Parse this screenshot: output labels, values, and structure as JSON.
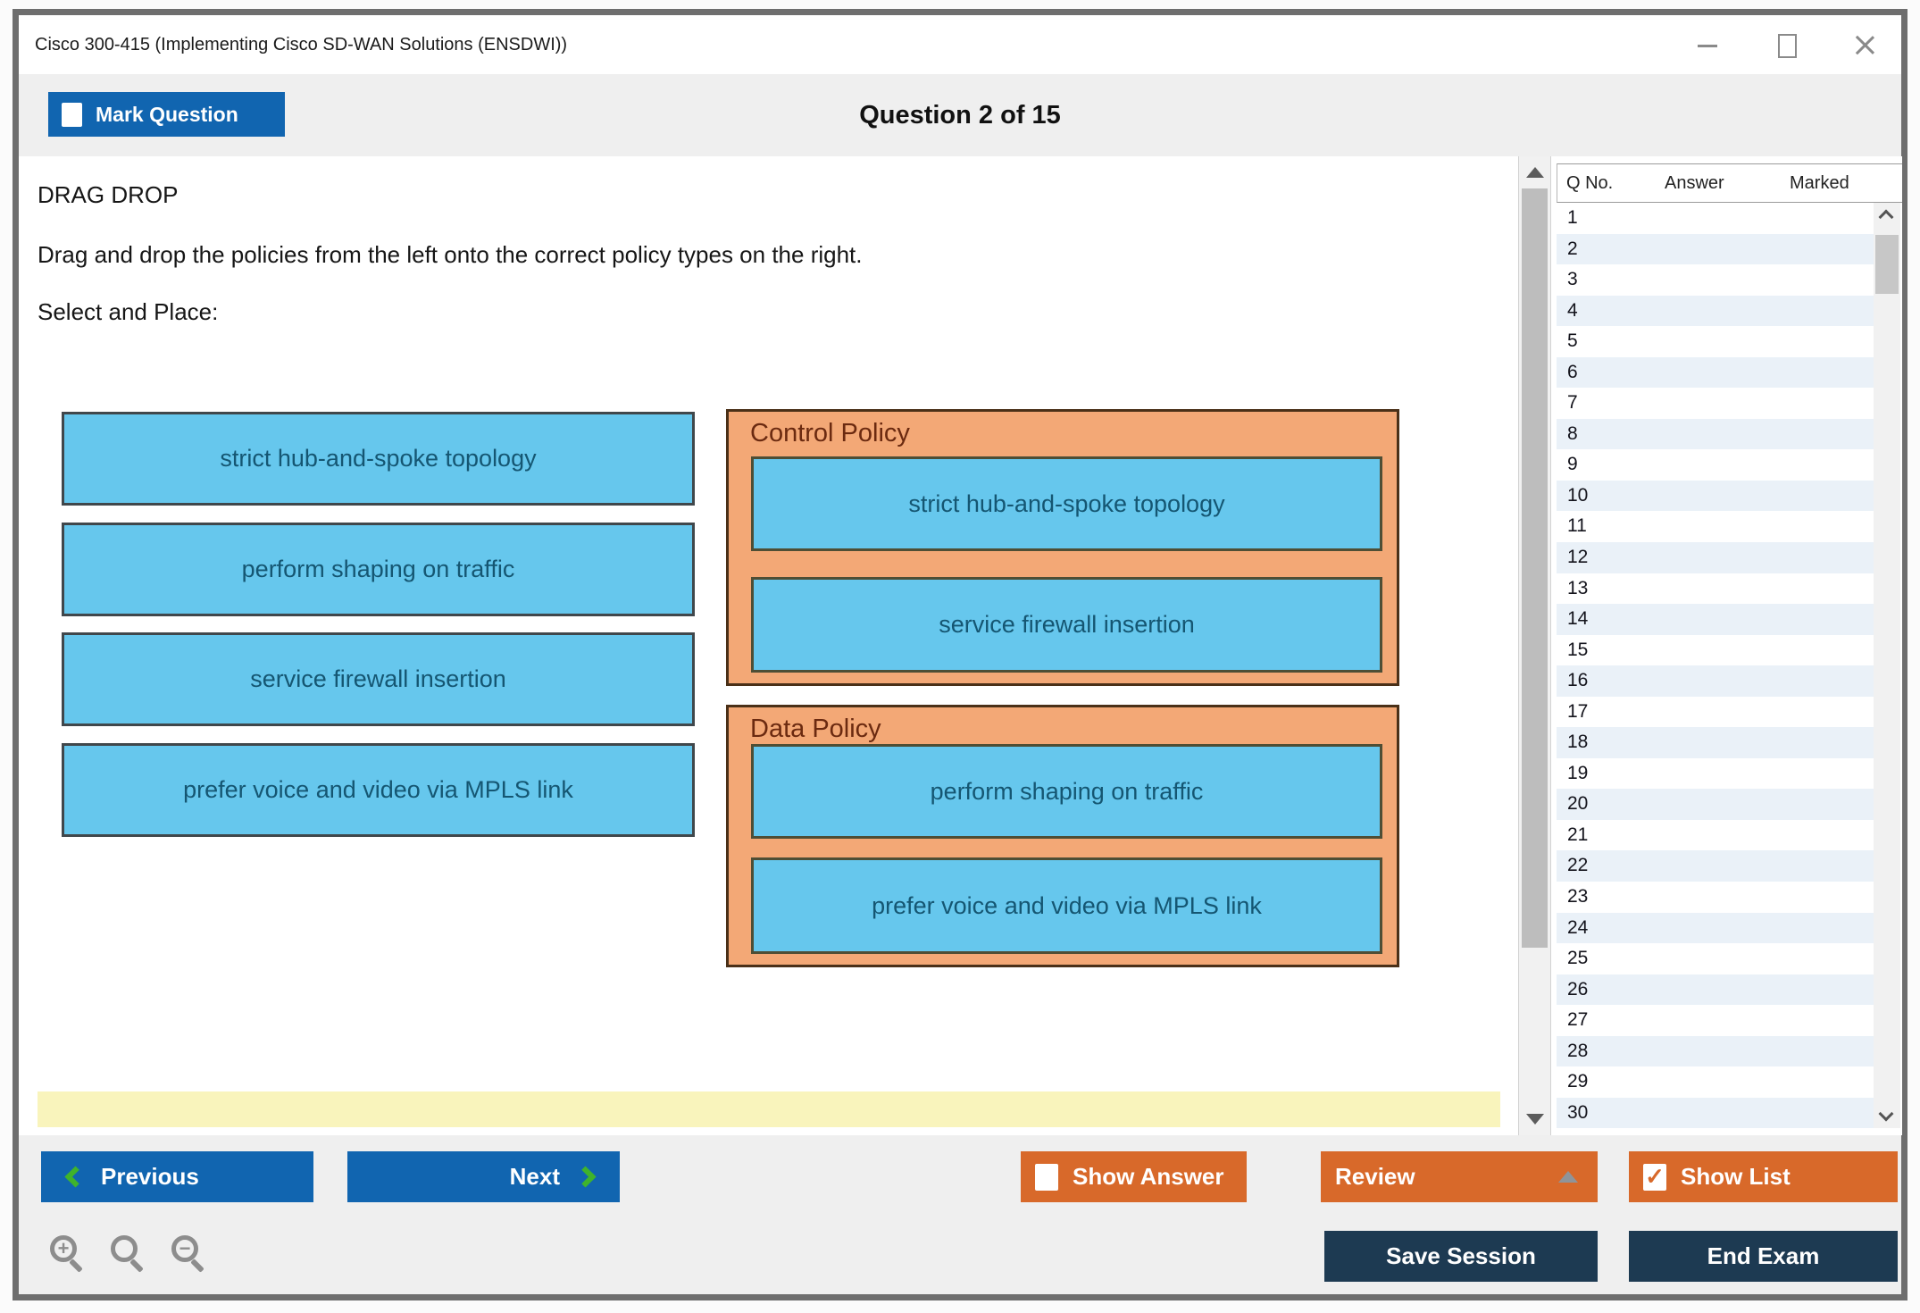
{
  "window": {
    "title": "Cisco 300-415 (Implementing Cisco SD-WAN Solutions (ENSDWI))"
  },
  "header": {
    "mark_question_label": "Mark Question",
    "question_counter": "Question 2 of 15"
  },
  "question": {
    "type_label": "DRAG DROP",
    "instruction": "Drag and drop the policies from the left onto the correct policy types on the right.",
    "select_place_label": "Select and Place:"
  },
  "drag_items": [
    "strict hub-and-spoke topology",
    "perform shaping on traffic",
    "service firewall insertion",
    "prefer voice and video via MPLS link"
  ],
  "drop_groups": [
    {
      "title": "Control Policy",
      "items": [
        "strict hub-and-spoke topology",
        "service firewall insertion"
      ]
    },
    {
      "title": "Data Policy",
      "items": [
        "perform shaping on traffic",
        "prefer voice and video via MPLS link"
      ]
    }
  ],
  "sidebar": {
    "columns": [
      "Q No.",
      "Answer",
      "Marked"
    ],
    "rows": [
      "1",
      "2",
      "3",
      "4",
      "5",
      "6",
      "7",
      "8",
      "9",
      "10",
      "11",
      "12",
      "13",
      "14",
      "15",
      "16",
      "17",
      "18",
      "19",
      "20",
      "21",
      "22",
      "23",
      "24",
      "25",
      "26",
      "27",
      "28",
      "29",
      "30"
    ]
  },
  "footer": {
    "previous_label": "Previous",
    "next_label": "Next",
    "show_answer_label": "Show Answer",
    "review_label": "Review",
    "show_list_label": "Show List",
    "save_session_label": "Save Session",
    "end_exam_label": "End Exam",
    "show_list_check_glyph": "✓"
  },
  "colors": {
    "button_blue": "#1165b0",
    "button_orange": "#d8692a",
    "button_navy": "#1d3a52",
    "item_blue": "#66c7ed",
    "item_text": "#155672",
    "drop_orange": "#f3a876",
    "drop_title_text": "#6b2a10",
    "highlight_yellow": "#f9f4bc",
    "chevron_green": "#3fb32c",
    "header_gray": "#efefef"
  }
}
